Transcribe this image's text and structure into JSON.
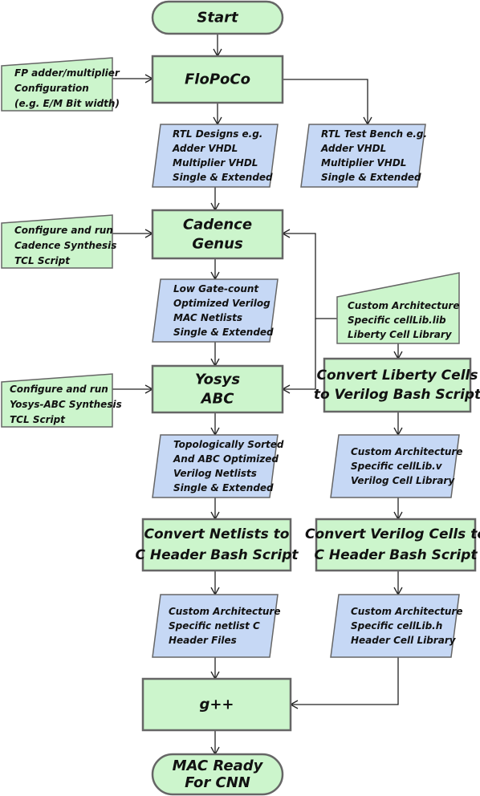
{
  "colors": {
    "green_fill": "#ccf5cc",
    "blue_fill": "#c6d8f5",
    "stroke": "#666666",
    "line": "#222222"
  },
  "nodes": {
    "start": "Start",
    "fp_config": [
      "FP adder/multiplier",
      "Configuration",
      "(e.g. E/M Bit width)"
    ],
    "flopoco": "FloPoCo",
    "rtl_designs": [
      "RTL Designs e.g.",
      "Adder VHDL",
      "Multiplier VHDL",
      "Single & Extended"
    ],
    "rtl_testbench": [
      "RTL Test Bench e.g.",
      "Adder VHDL",
      "Multiplier VHDL",
      "Single & Extended"
    ],
    "cadence_script": [
      "Configure and run",
      "Cadence Synthesis",
      "TCL Script"
    ],
    "cadence_genus": [
      "Cadence",
      "Genus"
    ],
    "low_gate_netlists": [
      "Low Gate-count",
      "Optimized Verilog",
      "MAC Netlists",
      "Single & Extended"
    ],
    "liberty_lib": [
      "Custom Architecture",
      "Specific cellLib.lib",
      "Liberty Cell Library"
    ],
    "yosys_script": [
      "Configure and run",
      "Yosys-ABC Synthesis",
      "TCL Script"
    ],
    "yosys_abc": [
      "Yosys",
      "ABC"
    ],
    "convert_liberty": [
      "Convert Liberty Cells",
      "to Verilog Bash Script"
    ],
    "abc_netlists": [
      "Topologically Sorted",
      "And ABC Optimized",
      "Verilog Netlists",
      "Single & Extended"
    ],
    "verilog_celllib": [
      "Custom Architecture",
      "Specific cellLib.v",
      "Verilog Cell Library"
    ],
    "convert_netlists": [
      "Convert Netlists to",
      "C Header Bash Script"
    ],
    "convert_verilog_cells": [
      "Convert Verilog Cells to",
      "C Header Bash Script"
    ],
    "netlist_headers": [
      "Custom Architecture",
      "Specific netlist C",
      "Header Files"
    ],
    "header_celllib": [
      "Custom Architecture",
      "Specific cellLib.h",
      "Header Cell Library"
    ],
    "gpp": "g++",
    "end": [
      "MAC Ready",
      "For CNN"
    ]
  }
}
